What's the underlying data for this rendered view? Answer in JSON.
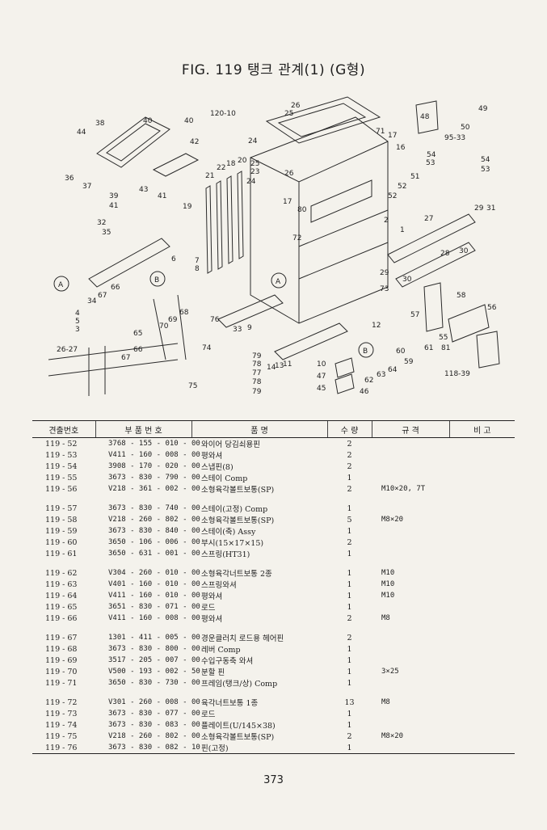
{
  "figure": {
    "title": "FIG. 119 탱크 관계(1) (G형)",
    "labels": {
      "l1": "1",
      "l2": "2",
      "l3": "3",
      "l4": "4",
      "l5": "5",
      "l6": "6",
      "l7": "7",
      "l8": "8",
      "l9": "9",
      "l10": "10",
      "l11": "11",
      "l12": "12",
      "l13": "13",
      "l14": "14",
      "l16": "16",
      "l17": "17",
      "l18": "18",
      "l19": "19",
      "l20": "20",
      "l21": "21",
      "l22": "22",
      "l23": "23",
      "l24": "24",
      "l25": "25",
      "l26": "26",
      "l26_27": "26-27",
      "l27": "27",
      "l28": "28",
      "l29": "29",
      "l30": "30",
      "l31": "31",
      "l32": "32",
      "l33": "33",
      "l34": "34",
      "l35": "35",
      "l36": "36",
      "l37": "37",
      "l38": "38",
      "l39": "39",
      "l40": "40",
      "l40b": "40",
      "l41": "41",
      "l42": "42",
      "l43": "43",
      "l44": "44",
      "l45": "45",
      "l46": "46",
      "l47": "47",
      "l48": "48",
      "l49": "49",
      "l50": "50",
      "l51": "51",
      "l52": "52",
      "l53": "53",
      "l54": "54",
      "l55": "55",
      "l56": "56",
      "l57": "57",
      "l58": "58",
      "l59": "59",
      "l60": "60",
      "l61": "61",
      "l62": "62",
      "l63": "63",
      "l64": "64",
      "l65": "65",
      "l66": "66",
      "l66b": "66",
      "l67": "67",
      "l67b": "67",
      "l68": "68",
      "l69": "69",
      "l70": "70",
      "l71": "71",
      "l72": "72",
      "l73": "73",
      "l74": "74",
      "l75": "75",
      "l76": "76",
      "l77": "77",
      "l78": "78",
      "l78b": "78",
      "l79": "79",
      "l79b": "79",
      "l80": "80",
      "l81": "81",
      "l95_33": "95-33",
      "l118_39": "118-39",
      "l120_10": "120-10",
      "refA": "A",
      "refA2": "A",
      "refB": "B",
      "refB2": "B"
    }
  },
  "table": {
    "headers": [
      "견출번호",
      "부 품 번 호",
      "품 명",
      "수 량",
      "규 격",
      "비 고"
    ],
    "groups": [
      [
        {
          "no": "119 - 52",
          "code": "3768 - 155 - 010 - 00",
          "name": "와이어 당김쇠용핀",
          "qty": "2",
          "spec": ""
        },
        {
          "no": "119 - 53",
          "code": "V411 - 160 - 008 - 00",
          "name": "평와셔",
          "qty": "2",
          "spec": ""
        },
        {
          "no": "119 - 54",
          "code": "3908 - 170 - 020 - 00",
          "name": "스냅핀(8)",
          "qty": "2",
          "spec": ""
        },
        {
          "no": "119 - 55",
          "code": "3673 - 830 - 790 - 00",
          "name": "스테이 Comp",
          "qty": "1",
          "spec": ""
        },
        {
          "no": "119 - 56",
          "code": "V218 - 361 - 002 - 00",
          "name": "소형육각볼트보통(SP)",
          "qty": "2",
          "spec": "M10×20, 7T"
        }
      ],
      [
        {
          "no": "119 - 57",
          "code": "3673 - 830 - 740 - 00",
          "name": "스테이(고정) Comp",
          "qty": "1",
          "spec": ""
        },
        {
          "no": "119 - 58",
          "code": "V218 - 260 - 802 - 00",
          "name": "소형육각볼트보통(SP)",
          "qty": "5",
          "spec": "M8×20"
        },
        {
          "no": "119 - 59",
          "code": "3673 - 830 - 840 - 00",
          "name": "스테이(축) Assy",
          "qty": "1",
          "spec": ""
        },
        {
          "no": "119 - 60",
          "code": "3650 - 106 - 006 - 00",
          "name": "부시(15×17×15)",
          "qty": "2",
          "spec": ""
        },
        {
          "no": "119 - 61",
          "code": "3650 - 631 - 001 - 00",
          "name": "스프링(HT31)",
          "qty": "1",
          "spec": ""
        }
      ],
      [
        {
          "no": "119 - 62",
          "code": "V304 - 260 - 010 - 00",
          "name": "소형육각너트보통 2종",
          "qty": "1",
          "spec": "M10"
        },
        {
          "no": "119 - 63",
          "code": "V401 - 160 - 010 - 00",
          "name": "스프링와셔",
          "qty": "1",
          "spec": "M10"
        },
        {
          "no": "119 - 64",
          "code": "V411 - 160 - 010 - 00",
          "name": "평와셔",
          "qty": "1",
          "spec": "M10"
        },
        {
          "no": "119 - 65",
          "code": "3651 - 830 - 071 - 00",
          "name": "로드",
          "qty": "1",
          "spec": ""
        },
        {
          "no": "119 - 66",
          "code": "V411 - 160 - 008 - 00",
          "name": "평와셔",
          "qty": "2",
          "spec": "M8"
        }
      ],
      [
        {
          "no": "119 - 67",
          "code": "1301 - 411 - 005 - 00",
          "name": "경운클러치 로드용 헤어핀",
          "qty": "2",
          "spec": ""
        },
        {
          "no": "119 - 68",
          "code": "3673 - 830 - 800 - 00",
          "name": "레버 Comp",
          "qty": "1",
          "spec": ""
        },
        {
          "no": "119 - 69",
          "code": "3517 - 205 - 007 - 00",
          "name": "수입구동축 와셔",
          "qty": "1",
          "spec": ""
        },
        {
          "no": "119 - 70",
          "code": "V500 - 193 - 002 - 50",
          "name": "분할 핀",
          "qty": "1",
          "spec": "3×25"
        },
        {
          "no": "119 - 71",
          "code": "3650 - 830 - 730 - 00",
          "name": "프레임(탱크/상) Comp",
          "qty": "1",
          "spec": ""
        }
      ],
      [
        {
          "no": "119 - 72",
          "code": "V301 - 260 - 008 - 00",
          "name": "육각너트보통 1종",
          "qty": "13",
          "spec": "M8"
        },
        {
          "no": "119 - 73",
          "code": "3673 - 830 - 077 - 00",
          "name": "로드",
          "qty": "1",
          "spec": ""
        },
        {
          "no": "119 - 74",
          "code": "3673 - 830 - 083 - 00",
          "name": "플레이트(U/145×38)",
          "qty": "1",
          "spec": ""
        },
        {
          "no": "119 - 75",
          "code": "V218 - 260 - 802 - 00",
          "name": "소형육각볼트보통(SP)",
          "qty": "2",
          "spec": "M8×20"
        },
        {
          "no": "119 - 76",
          "code": "3673 - 830 - 082 - 10",
          "name": "핀(고정)",
          "qty": "1",
          "spec": ""
        }
      ]
    ]
  },
  "page_number": "373"
}
